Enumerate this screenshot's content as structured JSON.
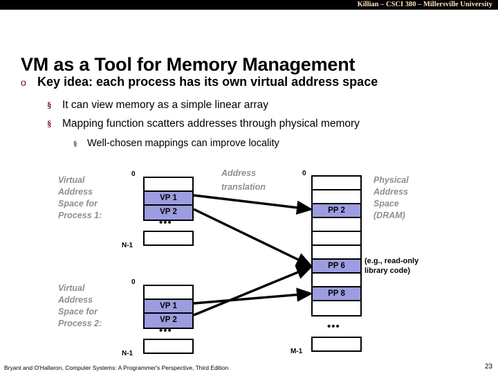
{
  "header": {
    "course_line": "Killian – CSCI 380 – Millersville University"
  },
  "title": "VM as a Tool for Memory Management",
  "bullets": {
    "level1": "Key idea: each process has its own virtual address space",
    "level1_marker": "o",
    "level2_marker": "§",
    "level3_marker": "§",
    "level2": [
      "It can view memory as a simple linear array",
      "Mapping function scatters addresses through physical memory"
    ],
    "level3": [
      "Well-chosen mappings can improve locality"
    ]
  },
  "diagram": {
    "translation_label": "Address\ntranslation",
    "translation_label_line1": "Address",
    "translation_label_line2": "translation",
    "ellipsis": "•••",
    "process1": {
      "caption_lines": [
        "Virtual",
        "Address",
        "Space for",
        "Process 1:"
      ],
      "top_addr": "0",
      "bottom_addr": "N-1",
      "cells": [
        {
          "label": "",
          "filled": false
        },
        {
          "label": "VP 1",
          "filled": true
        },
        {
          "label": "VP 2",
          "filled": true
        }
      ],
      "tail_cell": {
        "label": "",
        "filled": false
      }
    },
    "process2": {
      "caption_lines": [
        "Virtual",
        "Address",
        "Space for",
        "Process 2:"
      ],
      "top_addr": "0",
      "bottom_addr": "N-1",
      "cells": [
        {
          "label": "",
          "filled": false
        },
        {
          "label": "VP 1",
          "filled": true
        },
        {
          "label": "VP 2",
          "filled": true
        }
      ],
      "tail_cell": {
        "label": "",
        "filled": false
      }
    },
    "physical": {
      "caption_lines": [
        "Physical",
        "Address",
        "Space",
        "(DRAM)"
      ],
      "top_addr": "0",
      "bottom_addr": "M-1",
      "note_line1": "(e.g., read-only",
      "note_line2": "library code)",
      "cells": [
        {
          "label": "",
          "filled": false
        },
        {
          "label": "",
          "filled": false
        },
        {
          "label": "PP 2",
          "filled": true
        },
        {
          "label": "",
          "filled": false
        },
        {
          "label": "",
          "filled": false
        },
        {
          "label": "",
          "filled": false
        },
        {
          "label": "PP 6",
          "filled": true
        },
        {
          "label": "",
          "filled": false
        },
        {
          "label": "PP 8",
          "filled": true
        },
        {
          "label": "",
          "filled": false
        }
      ],
      "tail_cell": {
        "label": "",
        "filled": false
      }
    },
    "mappings": [
      {
        "from": "process1.VP 1",
        "to": "physical.PP 2"
      },
      {
        "from": "process1.VP 2",
        "to": "physical.PP 6"
      },
      {
        "from": "process2.VP 1",
        "to": "physical.PP 8"
      },
      {
        "from": "process2.VP 2",
        "to": "physical.PP 6"
      }
    ]
  },
  "colors": {
    "header_bg": "#000000",
    "header_text": "#ffe2b8",
    "page_bg": "#ffffff",
    "mapped_block": "#9c9ce0",
    "gray_label": "#8e8e8e",
    "bullet_marker": "#7a0f17"
  },
  "footer": {
    "source": "Bryant and O'Hallaron, Computer Systems: A Programmer's Perspective, Third Edition",
    "page_number": "23"
  }
}
